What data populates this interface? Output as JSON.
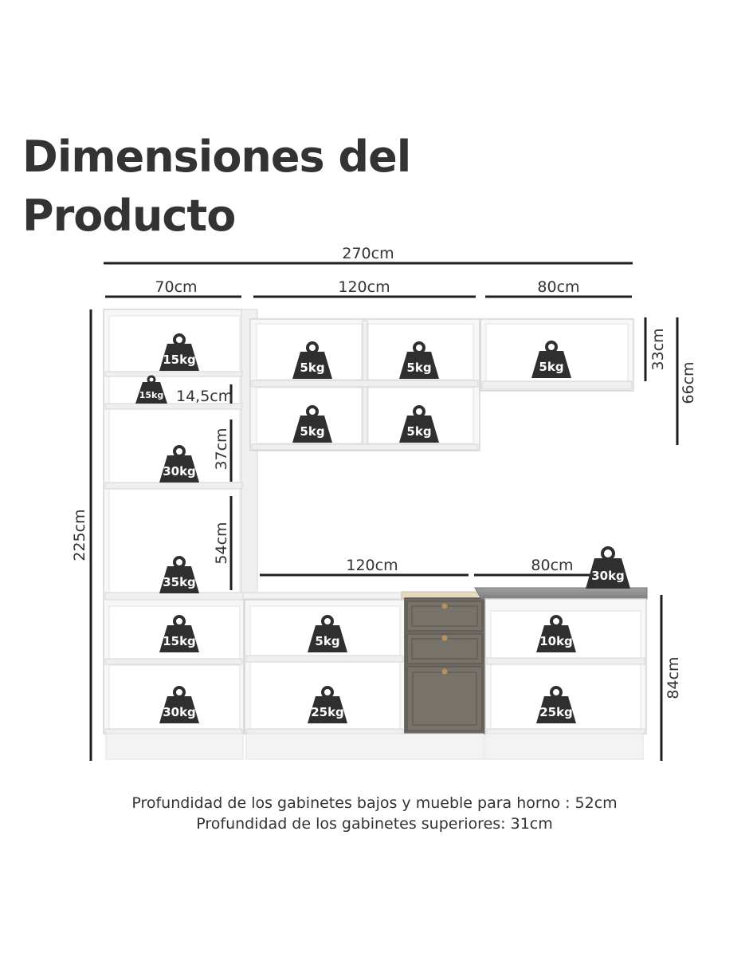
{
  "title": {
    "line1": "Dimensiones del",
    "line2": "Producto"
  },
  "dimensions": {
    "total_width": "270cm",
    "upper_left_width": "70cm",
    "upper_mid_width": "120cm",
    "upper_right_width": "80cm",
    "total_height": "225cm",
    "small_niche_height": "14,5cm",
    "niche_height_37": "37cm",
    "niche_height_54": "54cm",
    "counter_width_120": "120cm",
    "counter_width_80": "80cm",
    "upper_cabinet_height_33": "33cm",
    "upper_cabinet_height_66": "66cm",
    "base_height": "84cm"
  },
  "weights": {
    "tower_top": "15kg",
    "tower_small": "15kg",
    "tower_mid": "30kg",
    "tower_oven": "35kg",
    "tower_base_top": "15kg",
    "tower_base_bottom": "30kg",
    "upper_mid_1": "5kg",
    "upper_mid_2": "5kg",
    "upper_mid_3": "5kg",
    "upper_mid_4": "5kg",
    "upper_right": "5kg",
    "countertop": "30kg",
    "base_mid_top": "5kg",
    "base_mid_bottom": "25kg",
    "base_right_top": "10kg",
    "base_right_bottom": "25kg"
  },
  "notes": {
    "line1": "Profundidad de los gabinetes bajos y mueble para horno : 52cm",
    "line2": "Profundidad de los gabinetes superiores: 31cm"
  },
  "colors": {
    "text": "#333333",
    "cabinet_white": "#f7f7f7",
    "drawer_gray": "#6e6a63",
    "countertop_gray": "#8c8c8c",
    "weight_icon": "#2f2f2f"
  }
}
